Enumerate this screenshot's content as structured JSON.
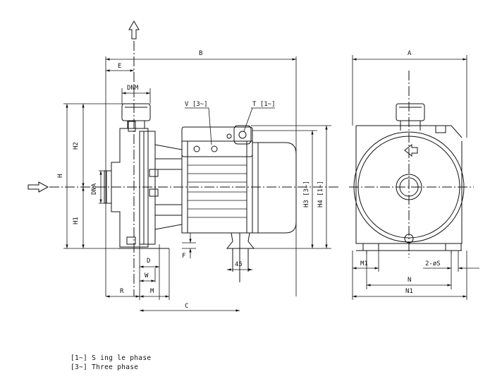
{
  "labels": {
    "B": "B",
    "E": "E",
    "DNM": "DNM",
    "V3": "V [3~]",
    "T1": "T [1~]",
    "H2": "H2",
    "H": "H",
    "DNA": "DNA",
    "H1": "H1",
    "H3": "H3 [3~]",
    "H4": "H4 [1~]",
    "D": "D",
    "F": "F",
    "W": "W",
    "R": "R",
    "M": "M",
    "C": "C",
    "d45": "45",
    "A": "A",
    "M1": "M1",
    "S2": "2-øS",
    "N": "N",
    "N1": "N1"
  },
  "legend": {
    "single": "[1~] S ing le phase",
    "three": "[3~] Three phase"
  }
}
